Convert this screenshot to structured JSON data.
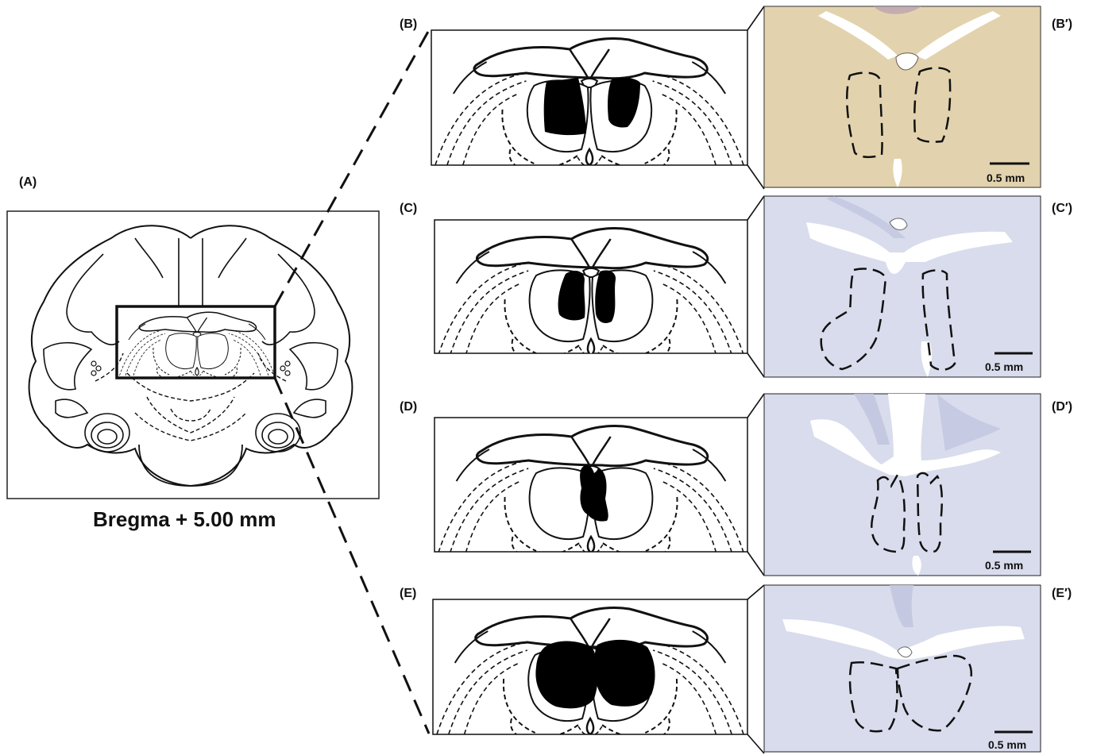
{
  "figure": {
    "overview": {
      "label": "(A)",
      "caption": "Bregma + 5.00 mm"
    },
    "panels": [
      {
        "id": "B",
        "schematic_label": "(B)",
        "histology_label": "(B′)",
        "lesion_pattern": "bilateral-moderate",
        "stain": "cresyl-yellow"
      },
      {
        "id": "C",
        "schematic_label": "(C)",
        "histology_label": "(C′)",
        "lesion_pattern": "bilateral-small",
        "stain": "nissl-blue"
      },
      {
        "id": "D",
        "schematic_label": "(D)",
        "histology_label": "(D′)",
        "lesion_pattern": "midline-small",
        "stain": "nissl-blue"
      },
      {
        "id": "E",
        "schematic_label": "(E)",
        "histology_label": "(E′)",
        "lesion_pattern": "bilateral-large",
        "stain": "nissl-blue"
      }
    ],
    "scale_bar": "0.5 mm",
    "colors": {
      "line": "#111111",
      "lesion_fill": "#000000",
      "stain_yellow": "#e8ddb0",
      "stain_blue": "#d8dcec",
      "ventricle": "#ffffff"
    }
  }
}
